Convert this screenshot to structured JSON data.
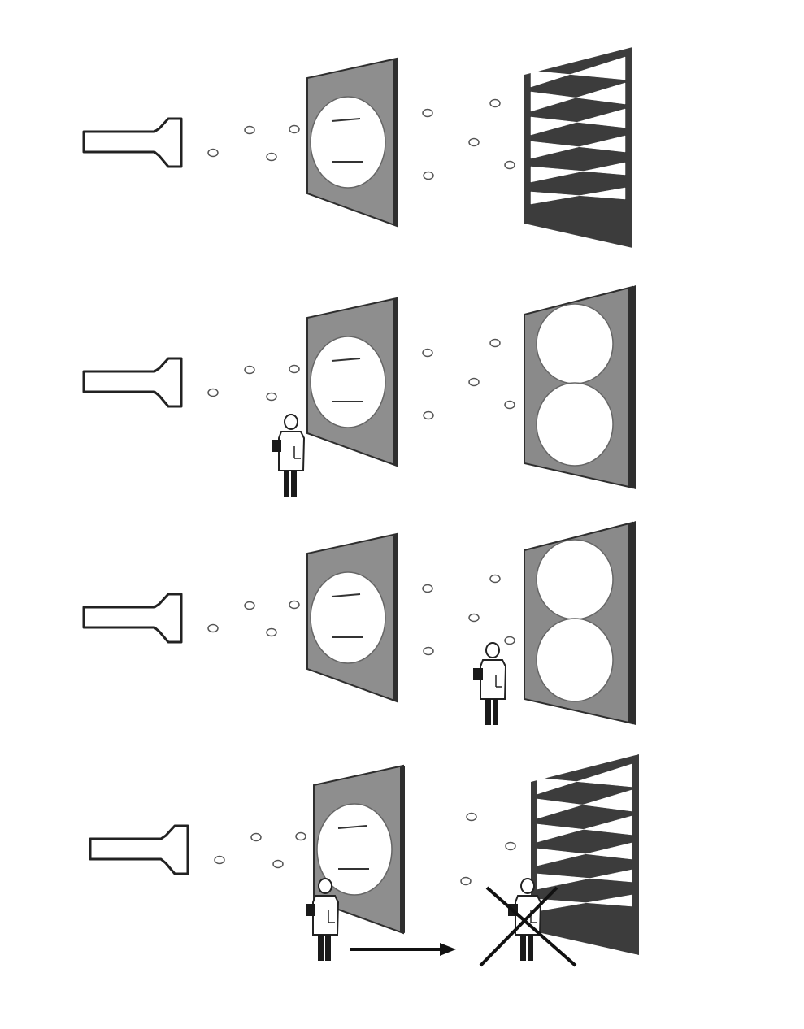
{
  "diagram": {
    "colors": {
      "background": "#ffffff",
      "outline": "#222222",
      "plate_fill": "#8e8e8e",
      "plate_edge": "#2e2e2e",
      "hole_fill": "#ffffff",
      "bar_fill": "#3c3c3c",
      "particle_stroke": "#555555",
      "observer_body": "#ffffff",
      "observer_legs": "#1a1a1a",
      "cross_mark": "#111111"
    },
    "panels": [
      {
        "id": "panel-1",
        "screen_pattern": "stripes",
        "observer_positions": [],
        "observer_moving": false,
        "observer_crossed_out": false
      },
      {
        "id": "panel-2",
        "screen_pattern": "two-circles",
        "observer_positions": [
          "at-slit-plate"
        ],
        "observer_moving": false,
        "observer_crossed_out": false
      },
      {
        "id": "panel-3",
        "screen_pattern": "two-circles",
        "observer_positions": [
          "behind-slit-plate"
        ],
        "observer_moving": false,
        "observer_crossed_out": false
      },
      {
        "id": "panel-4",
        "screen_pattern": "stripes",
        "observer_positions": [
          "at-slit-plate",
          "behind-slit-plate"
        ],
        "observer_moving": true,
        "observer_crossed_out": true
      }
    ],
    "icons": [
      "particle-emitter-icon",
      "particle-icon",
      "slit-plate-icon",
      "detector-screen-icon",
      "observer-icon",
      "arrow-icon",
      "cross-icon"
    ]
  }
}
